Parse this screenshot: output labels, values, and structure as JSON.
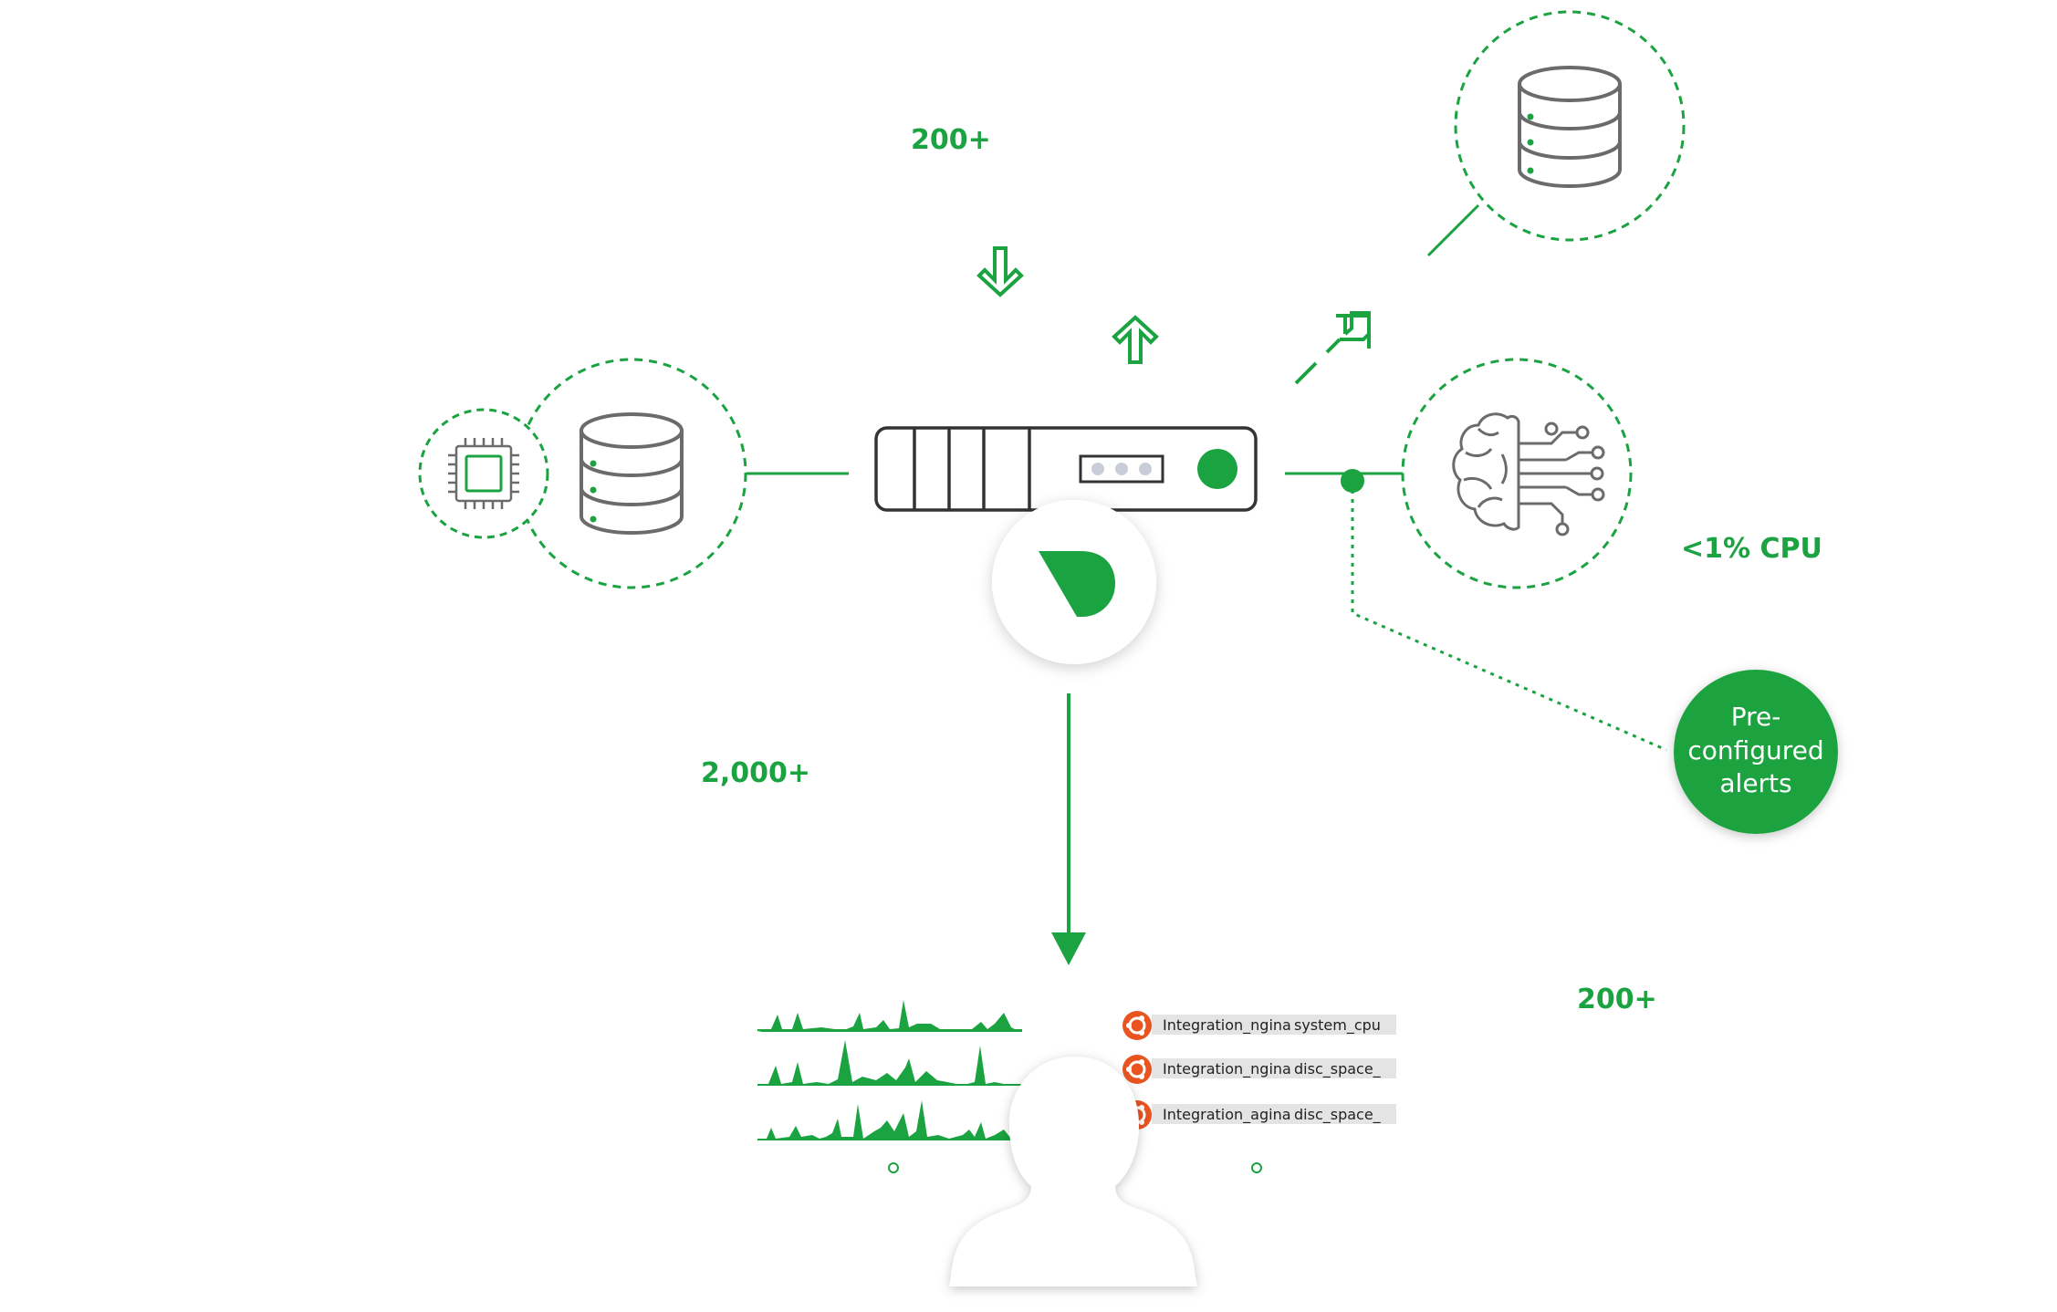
{
  "stats": {
    "top": "200+",
    "left": "2,000+",
    "right_cpu": "<1% CPU",
    "bottom_right": "200+"
  },
  "alerts": {
    "line1": "Pre-",
    "line2": "configured",
    "line3": "alerts"
  },
  "alert_list": [
    {
      "integration": "Integration_ngina",
      "metric": "system_cpu"
    },
    {
      "integration": "Integration_ngina",
      "metric": "disc_space_"
    },
    {
      "integration": "Integration_agina",
      "metric": "disc_space_"
    }
  ],
  "colors": {
    "accent": "#1aa340",
    "icon_gray": "#6b6b6b",
    "ubuntu_orange": "#e95420",
    "panel_gray": "#e4e4e4"
  },
  "icons": [
    "chip-icon",
    "database-icon",
    "server-icon",
    "logo-icon",
    "brain-icon",
    "user-icon",
    "ubuntu-icon"
  ]
}
